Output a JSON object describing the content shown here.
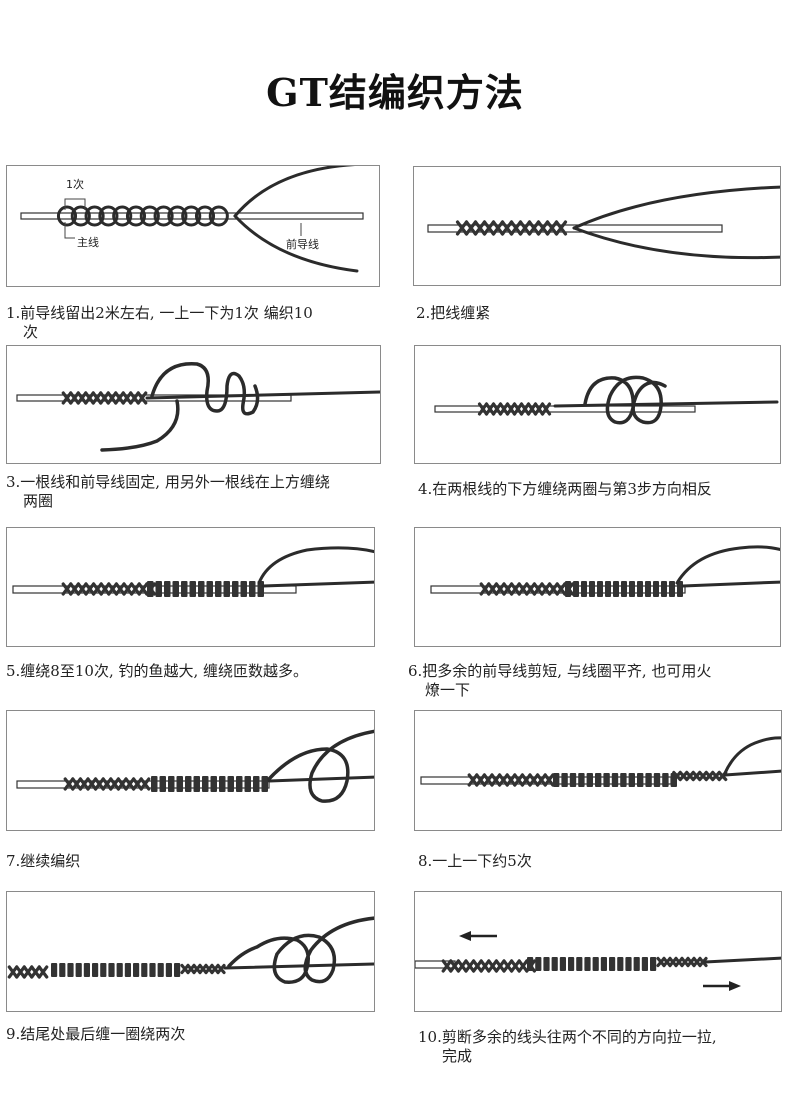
{
  "title": "GT结编织方法",
  "steps": [
    {
      "caption": "1.前导线留出2米左右, 一上一下为1次 编织10",
      "caption2": "次"
    },
    {
      "caption": "2.把线缠紧",
      "caption2": ""
    },
    {
      "caption": "3.一根线和前导线固定, 用另外一根线在上方缠绕",
      "caption2": "两圈"
    },
    {
      "caption": "4.在两根线的下方缠绕两圈与第3步方向相反",
      "caption2": ""
    },
    {
      "caption": "5.缠绕8至10次, 钓的鱼越大, 缠绕匝数越多。",
      "caption2": ""
    },
    {
      "caption": "6.把多余的前导线剪短, 与线圈平齐, 也可用火",
      "caption2": "燎一下"
    },
    {
      "caption": "7.继续编织",
      "caption2": ""
    },
    {
      "caption": "8.一上一下约5次",
      "caption2": ""
    },
    {
      "caption": "9.结尾处最后缠一圈绕两次",
      "caption2": ""
    },
    {
      "caption": "10.剪断多余的线头往两个不同的方向拉一拉,",
      "caption2": "完成"
    }
  ],
  "labels": {
    "once": "1次",
    "main_line": "主线",
    "leader_line": "前导线"
  }
}
